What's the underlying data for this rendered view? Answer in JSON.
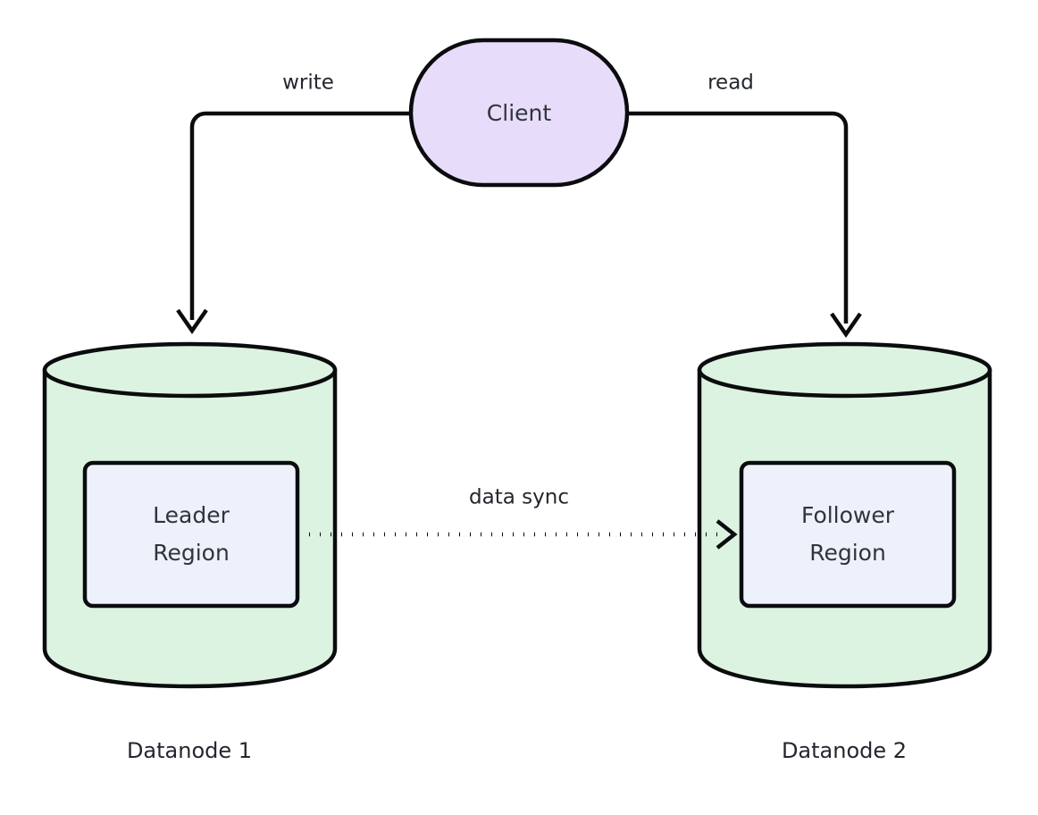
{
  "diagram": {
    "type": "architecture-flow",
    "background": "#ffffff",
    "stroke_color": "#0b0c0e",
    "text_color": "#23272e",
    "nodes": [
      {
        "id": "client",
        "label": "Client",
        "shape": "stadium",
        "fill": "#e7ddfa"
      },
      {
        "id": "datanode1",
        "label": "Datanode 1",
        "shape": "cylinder",
        "fill": "#ddf3e1",
        "inner": {
          "id": "leader-region",
          "line1": "Leader",
          "line2": "Region",
          "fill": "#ecf1fb"
        }
      },
      {
        "id": "datanode2",
        "label": "Datanode 2",
        "shape": "cylinder",
        "fill": "#ddf3e1",
        "inner": {
          "id": "follower-region",
          "line1": "Follower",
          "line2": "Region",
          "fill": "#ecf1fb"
        }
      }
    ],
    "edges": [
      {
        "id": "client-to-leader",
        "label": "write",
        "from": "client",
        "to": "datanode1",
        "style": "solid",
        "arrow": "open"
      },
      {
        "id": "client-to-follower",
        "label": "read",
        "from": "client",
        "to": "datanode2",
        "style": "solid",
        "arrow": "open"
      },
      {
        "id": "leader-to-follower",
        "label": "data sync",
        "from": "leader-region",
        "to": "follower-region",
        "style": "dotted",
        "arrow": "open"
      }
    ]
  }
}
